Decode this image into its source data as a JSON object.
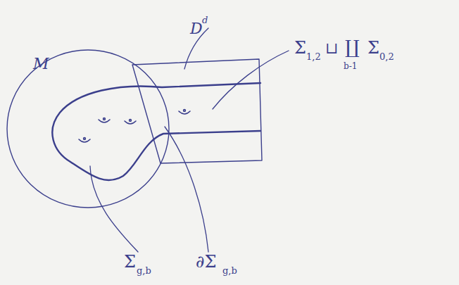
{
  "diagram": {
    "labels": [
      "M",
      "D",
      "d",
      "Σ",
      "1,2",
      "⊔",
      "∐",
      "b-1",
      "Σ",
      "0,2",
      "Σ",
      "g,b",
      "∂Σ",
      "g,b"
    ]
  }
}
